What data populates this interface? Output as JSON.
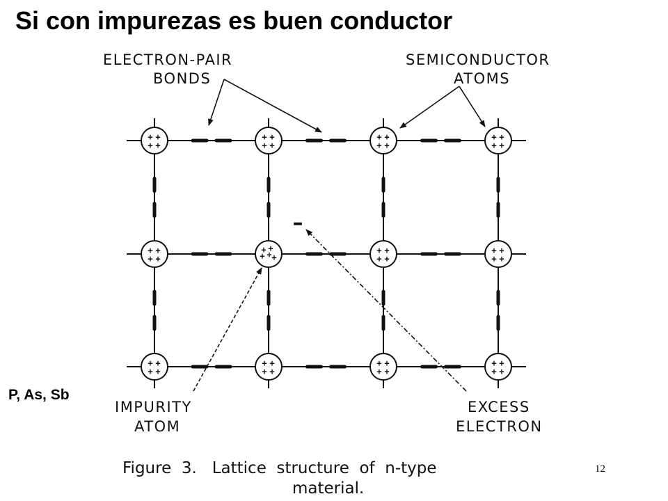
{
  "slide": {
    "title": "Si con impurezas es buen conductor",
    "elements_note": "P, As, Sb",
    "page_number": "12"
  },
  "diagram": {
    "labels": {
      "bonds_line1": "ELECTRON-PAIR",
      "bonds_line2": "BONDS",
      "atoms_line1": "SEMICONDUCTOR",
      "atoms_line2": "ATOMS",
      "impurity_line1": "IMPURITY",
      "impurity_line2": "ATOM",
      "excess_line1": "EXCESS",
      "excess_line2": "ELECTRON"
    },
    "caption": {
      "line1": "Figure  3.   Lattice  structure  of  n-type",
      "line2": "material."
    },
    "atom_symbol": "+",
    "electron_symbol": "–"
  },
  "colors": {
    "ink": "#111111",
    "background": "#ffffff"
  }
}
